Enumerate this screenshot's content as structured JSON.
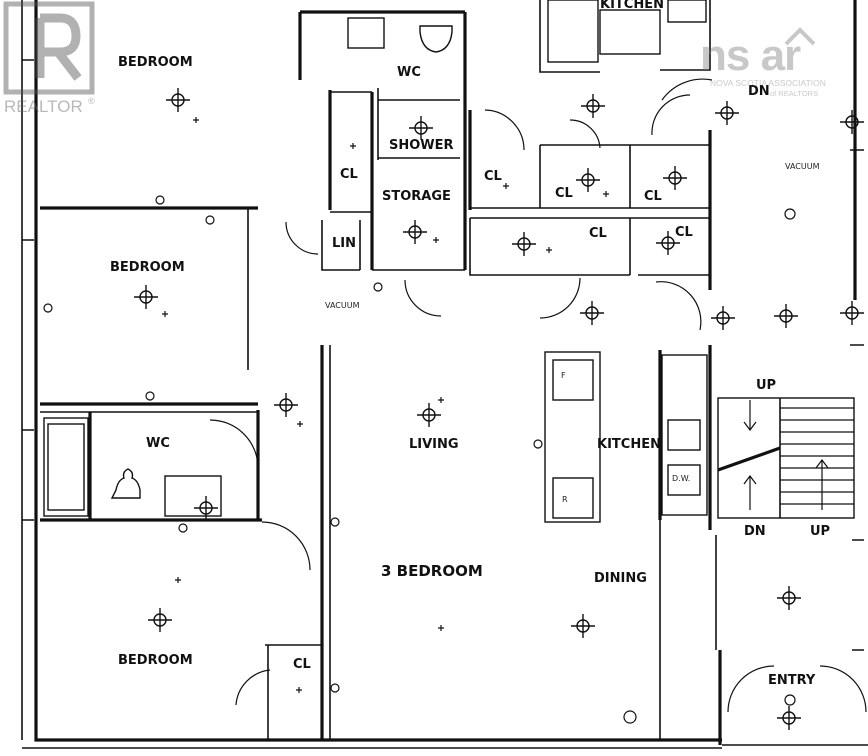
{
  "watermark": {
    "realtor_text": "REALTOR",
    "realtor_mark": "®",
    "brand_text": "ns ar",
    "association_line1": "NOVA SCOTIA ASSOCIATION",
    "association_line2": "of REALTORS"
  },
  "rooms": {
    "bedroom_top": "BEDROOM",
    "bedroom_mid": "BEDROOM",
    "bedroom_bottom": "BEDROOM",
    "wc_top": "WC",
    "wc_left": "WC",
    "shower": "SHOWER",
    "storage": "STORAGE",
    "cl_hall1": "CL",
    "cl_hall2": "CL",
    "cl_hall3": "CL",
    "cl_hall4": "CL",
    "cl_hall5": "CL",
    "cl_hall6": "CL",
    "cl_bedroom": "CL",
    "lin": "LIN",
    "living": "LIVING",
    "kitchen": "KITCHEN",
    "kitchen_top": "KITCHEN",
    "dining": "DINING",
    "entry": "ENTRY",
    "unit_label": "3 BEDROOM"
  },
  "stairs": {
    "up_top": "UP",
    "dn_bottom": "DN",
    "up_bottom": "UP",
    "dn_top": "DN"
  },
  "notes": {
    "vacuum_left": "VACUUM",
    "vacuum_right": "VACUUM",
    "dw": "D.W.",
    "fridge_f": "F",
    "range_r": "R"
  }
}
